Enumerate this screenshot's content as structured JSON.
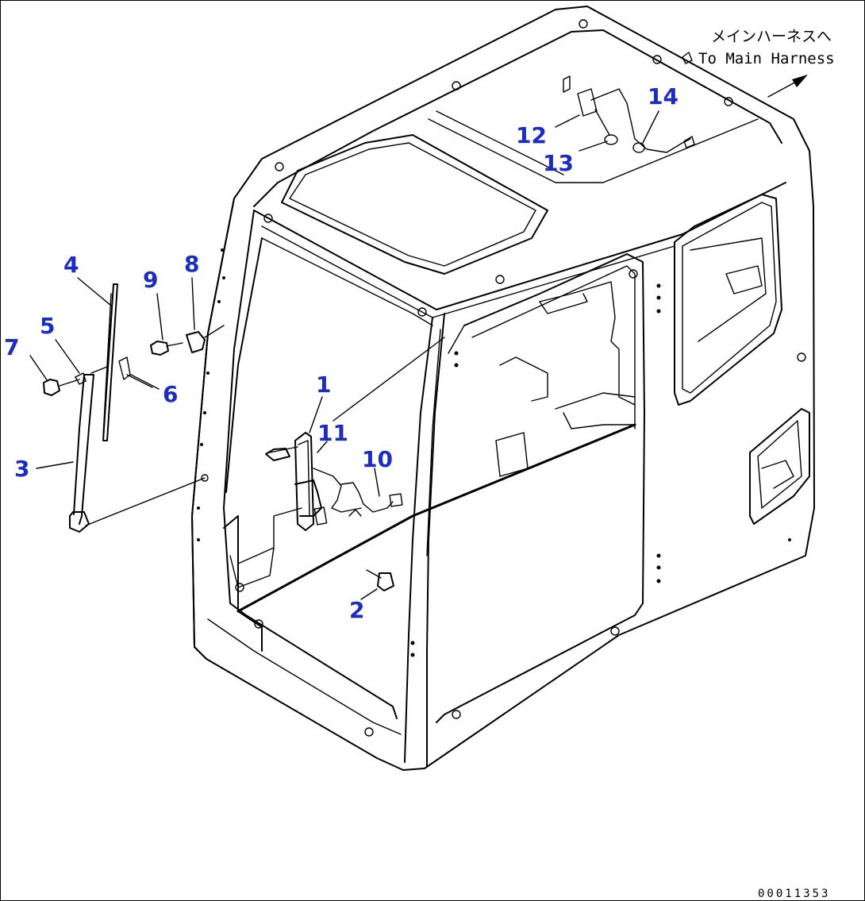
{
  "diagram": {
    "callouts": [
      {
        "id": "1",
        "label": "1"
      },
      {
        "id": "2",
        "label": "2"
      },
      {
        "id": "3",
        "label": "3"
      },
      {
        "id": "4",
        "label": "4"
      },
      {
        "id": "5",
        "label": "5"
      },
      {
        "id": "6",
        "label": "6"
      },
      {
        "id": "7",
        "label": "7"
      },
      {
        "id": "8",
        "label": "8"
      },
      {
        "id": "9",
        "label": "9"
      },
      {
        "id": "10",
        "label": "10"
      },
      {
        "id": "11",
        "label": "11"
      },
      {
        "id": "12",
        "label": "12"
      },
      {
        "id": "13",
        "label": "13"
      },
      {
        "id": "14",
        "label": "14"
      }
    ],
    "harness_note_jp": "メインハーネスへ",
    "harness_note_en": "To Main Harness",
    "figure_code": "00011353",
    "callout_color": "#1c2cc0"
  }
}
